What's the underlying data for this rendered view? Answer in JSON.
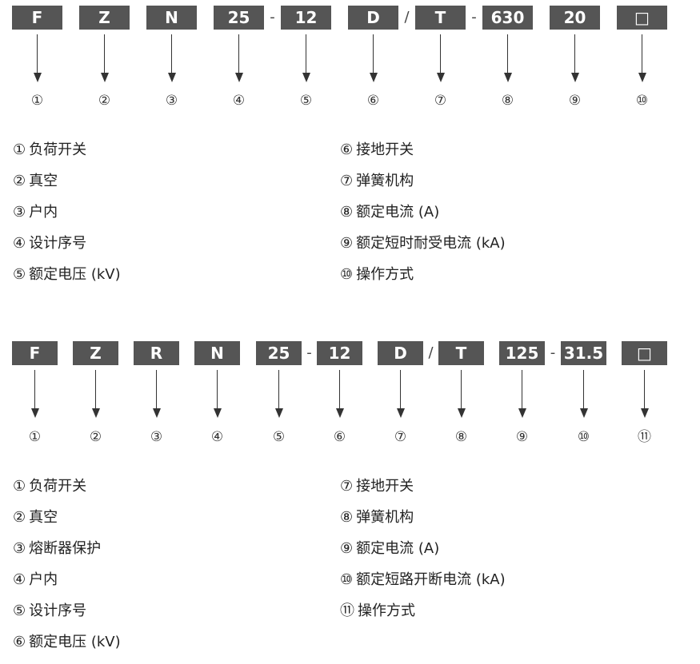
{
  "diagram1": {
    "codes": [
      {
        "text": "F"
      },
      {
        "text": "Z"
      },
      {
        "text": "N"
      },
      {
        "text": "25"
      },
      {
        "text": "12",
        "sep_before": "-"
      },
      {
        "text": "D"
      },
      {
        "text": "T",
        "sep_before": "/"
      },
      {
        "text": "630",
        "sep_before": "-"
      },
      {
        "text": "20"
      },
      {
        "text": "□"
      }
    ],
    "numbers": [
      "①",
      "②",
      "③",
      "④",
      "⑤",
      "⑥",
      "⑦",
      "⑧",
      "⑨",
      "⑩"
    ],
    "legend_left": [
      {
        "mark": "①",
        "text": "负荷开关"
      },
      {
        "mark": "②",
        "text": "真空"
      },
      {
        "mark": "③",
        "text": "户内"
      },
      {
        "mark": "④",
        "text": "设计序号"
      },
      {
        "mark": "⑤",
        "text": "额定电压 (kV)"
      }
    ],
    "legend_right": [
      {
        "mark": "⑥",
        "text": "接地开关"
      },
      {
        "mark": "⑦",
        "text": "弹簧机构"
      },
      {
        "mark": "⑧",
        "text": "额定电流 (A)"
      },
      {
        "mark": "⑨",
        "text": "额定短时耐受电流 (kA)"
      },
      {
        "mark": "⑩",
        "text": "操作方式"
      }
    ]
  },
  "diagram2": {
    "codes": [
      {
        "text": "F"
      },
      {
        "text": "Z"
      },
      {
        "text": "R"
      },
      {
        "text": "N"
      },
      {
        "text": "25"
      },
      {
        "text": "12",
        "sep_before": "-"
      },
      {
        "text": "D"
      },
      {
        "text": "T",
        "sep_before": "/"
      },
      {
        "text": "125"
      },
      {
        "text": "31.5",
        "sep_before": "-"
      },
      {
        "text": "□"
      }
    ],
    "numbers": [
      "①",
      "②",
      "③",
      "④",
      "⑤",
      "⑥",
      "⑦",
      "⑧",
      "⑨",
      "⑩",
      "⑪"
    ],
    "legend_left": [
      {
        "mark": "①",
        "text": "负荷开关"
      },
      {
        "mark": "②",
        "text": "真空"
      },
      {
        "mark": "③",
        "text": "熔断器保护"
      },
      {
        "mark": "④",
        "text": "户内"
      },
      {
        "mark": "⑤",
        "text": "设计序号"
      },
      {
        "mark": "⑥",
        "text": "额定电压 (kV)"
      }
    ],
    "legend_right": [
      {
        "mark": "⑦",
        "text": "接地开关"
      },
      {
        "mark": "⑧",
        "text": "弹簧机构"
      },
      {
        "mark": "⑨",
        "text": "额定电流 (A)"
      },
      {
        "mark": "⑩",
        "text": "额定短路开断电流 (kA)"
      },
      {
        "mark": "⑪",
        "text": "操作方式"
      }
    ]
  }
}
